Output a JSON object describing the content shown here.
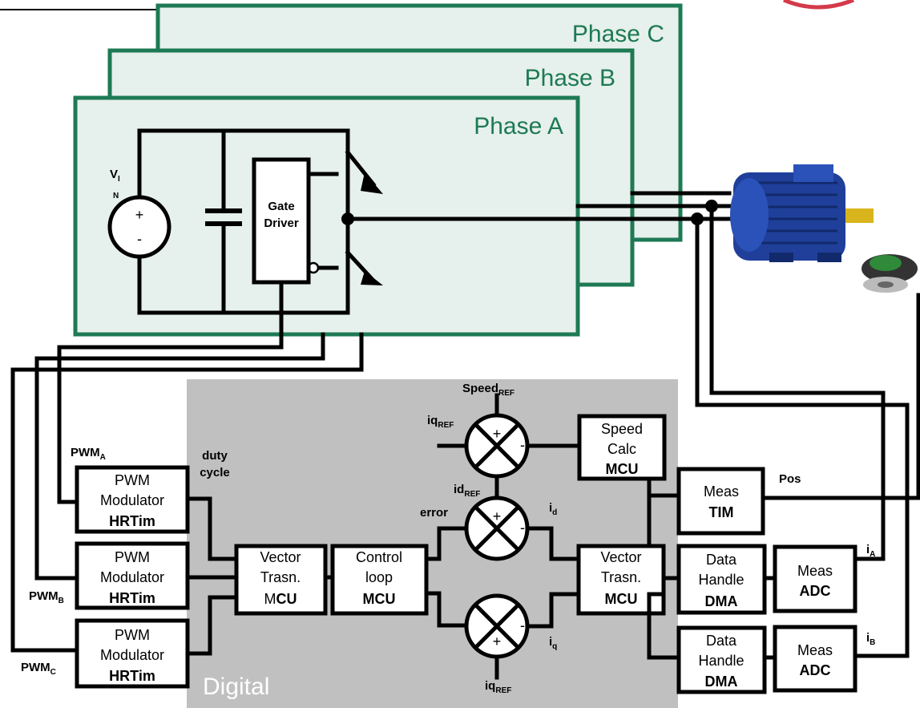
{
  "phases": {
    "a": "Phase A",
    "b": "Phase B",
    "c": "Phase C"
  },
  "inverter": {
    "source_label": "V",
    "source_sub1": "I",
    "source_sub2": "N",
    "plus": "+",
    "minus": "-",
    "gate_driver_line1": "Gate",
    "gate_driver_line2": "Driver"
  },
  "digital_region_label": "Digital",
  "pwm_modulators": [
    {
      "line1": "PWM",
      "line2": "Modulator",
      "line3": "HRTim"
    },
    {
      "line1": "PWM",
      "line2": "Modulator",
      "line3": "HRTim"
    },
    {
      "line1": "PWM",
      "line2": "Modulator",
      "line3": "HRTim"
    }
  ],
  "pwm_labels": [
    {
      "main": "PWM",
      "sub": "A"
    },
    {
      "main": "PWM",
      "sub": "B"
    },
    {
      "main": "PWM",
      "sub": "C"
    }
  ],
  "duty_cycle": {
    "line1": "duty",
    "line2": "cycle"
  },
  "vector_left": {
    "line1": "Vector",
    "line2": "Trasn.",
    "line3_prefix": "M",
    "line3_bold": "CU"
  },
  "control_loop": {
    "line1": "Control",
    "line2": "loop",
    "line3": "MCU"
  },
  "vector_right": {
    "line1": "Vector",
    "line2": "Trasn.",
    "line3": "MCU"
  },
  "speed_calc": {
    "line1": "Speed",
    "line2": "Calc",
    "line3": "MCU"
  },
  "meas_tim": {
    "line1": "Meas",
    "line2": "TIM"
  },
  "data_handle": [
    {
      "line1": "Data",
      "line2": "Handle",
      "line3": "DMA"
    },
    {
      "line1": "Data",
      "line2": "Handle",
      "line3": "DMA"
    }
  ],
  "meas_adc": [
    {
      "line1": "Meas",
      "line2": "ADC"
    },
    {
      "line1": "Meas",
      "line2": "ADC"
    }
  ],
  "signals": {
    "speed_ref": {
      "main": "Speed",
      "sub": "REF"
    },
    "iq_ref_top": {
      "main": "iq",
      "sub": "REF"
    },
    "id_ref": {
      "main": "id",
      "sub": "REF"
    },
    "iq_ref_bottom": {
      "main": "iq",
      "sub": "REF"
    },
    "error": "error",
    "id": {
      "main": "i",
      "sub": "d"
    },
    "iq": {
      "main": "i",
      "sub": "q"
    },
    "ia": {
      "main": "i",
      "sub": "A"
    },
    "ib": {
      "main": "i",
      "sub": "B"
    },
    "pos": "Pos"
  },
  "summing_signs": {
    "plus": "+",
    "minus": "-"
  },
  "colors": {
    "phase_fill": "#e6f0ec",
    "phase_stroke": "#1d7a54",
    "digital_bg": "#c0c0c0",
    "motor": "#1f3f9a"
  }
}
